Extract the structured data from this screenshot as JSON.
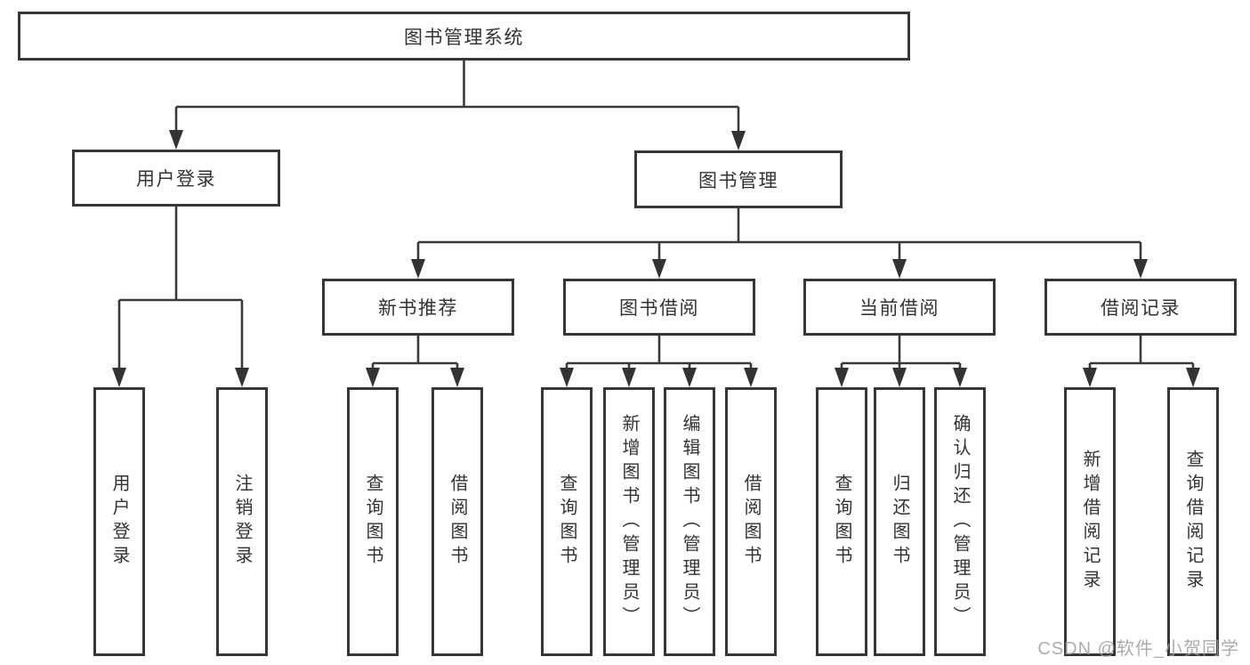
{
  "diagram_type": "functional-structure-tree",
  "tree": {
    "label": "图书管理系统",
    "children": [
      {
        "label": "用户登录",
        "children": [
          {
            "label": "用户登录"
          },
          {
            "label": "注销登录"
          }
        ]
      },
      {
        "label": "图书管理",
        "children": [
          {
            "label": "新书推荐",
            "children": [
              {
                "label": "查询图书"
              },
              {
                "label": "借阅图书"
              }
            ]
          },
          {
            "label": "图书借阅",
            "children": [
              {
                "label": "查询图书"
              },
              {
                "label": "新增图书（管理员）"
              },
              {
                "label": "编辑图书（管理员）"
              },
              {
                "label": "借阅图书"
              }
            ]
          },
          {
            "label": "当前借阅",
            "children": [
              {
                "label": "查询图书"
              },
              {
                "label": "归还图书"
              },
              {
                "label": "确认归还（管理员）"
              }
            ]
          },
          {
            "label": "借阅记录",
            "children": [
              {
                "label": "新增借阅记录"
              },
              {
                "label": "查询借阅记录"
              }
            ]
          }
        ]
      }
    ]
  },
  "watermark": {
    "text": "CSDN @软件_小贺同学"
  },
  "colors": {
    "box_border": "#363636",
    "connector_line": "#3a3a3a",
    "arrow_fill": "#333333",
    "text": "#333333",
    "background": "#ffffff",
    "watermark": "#9e9e9e"
  }
}
